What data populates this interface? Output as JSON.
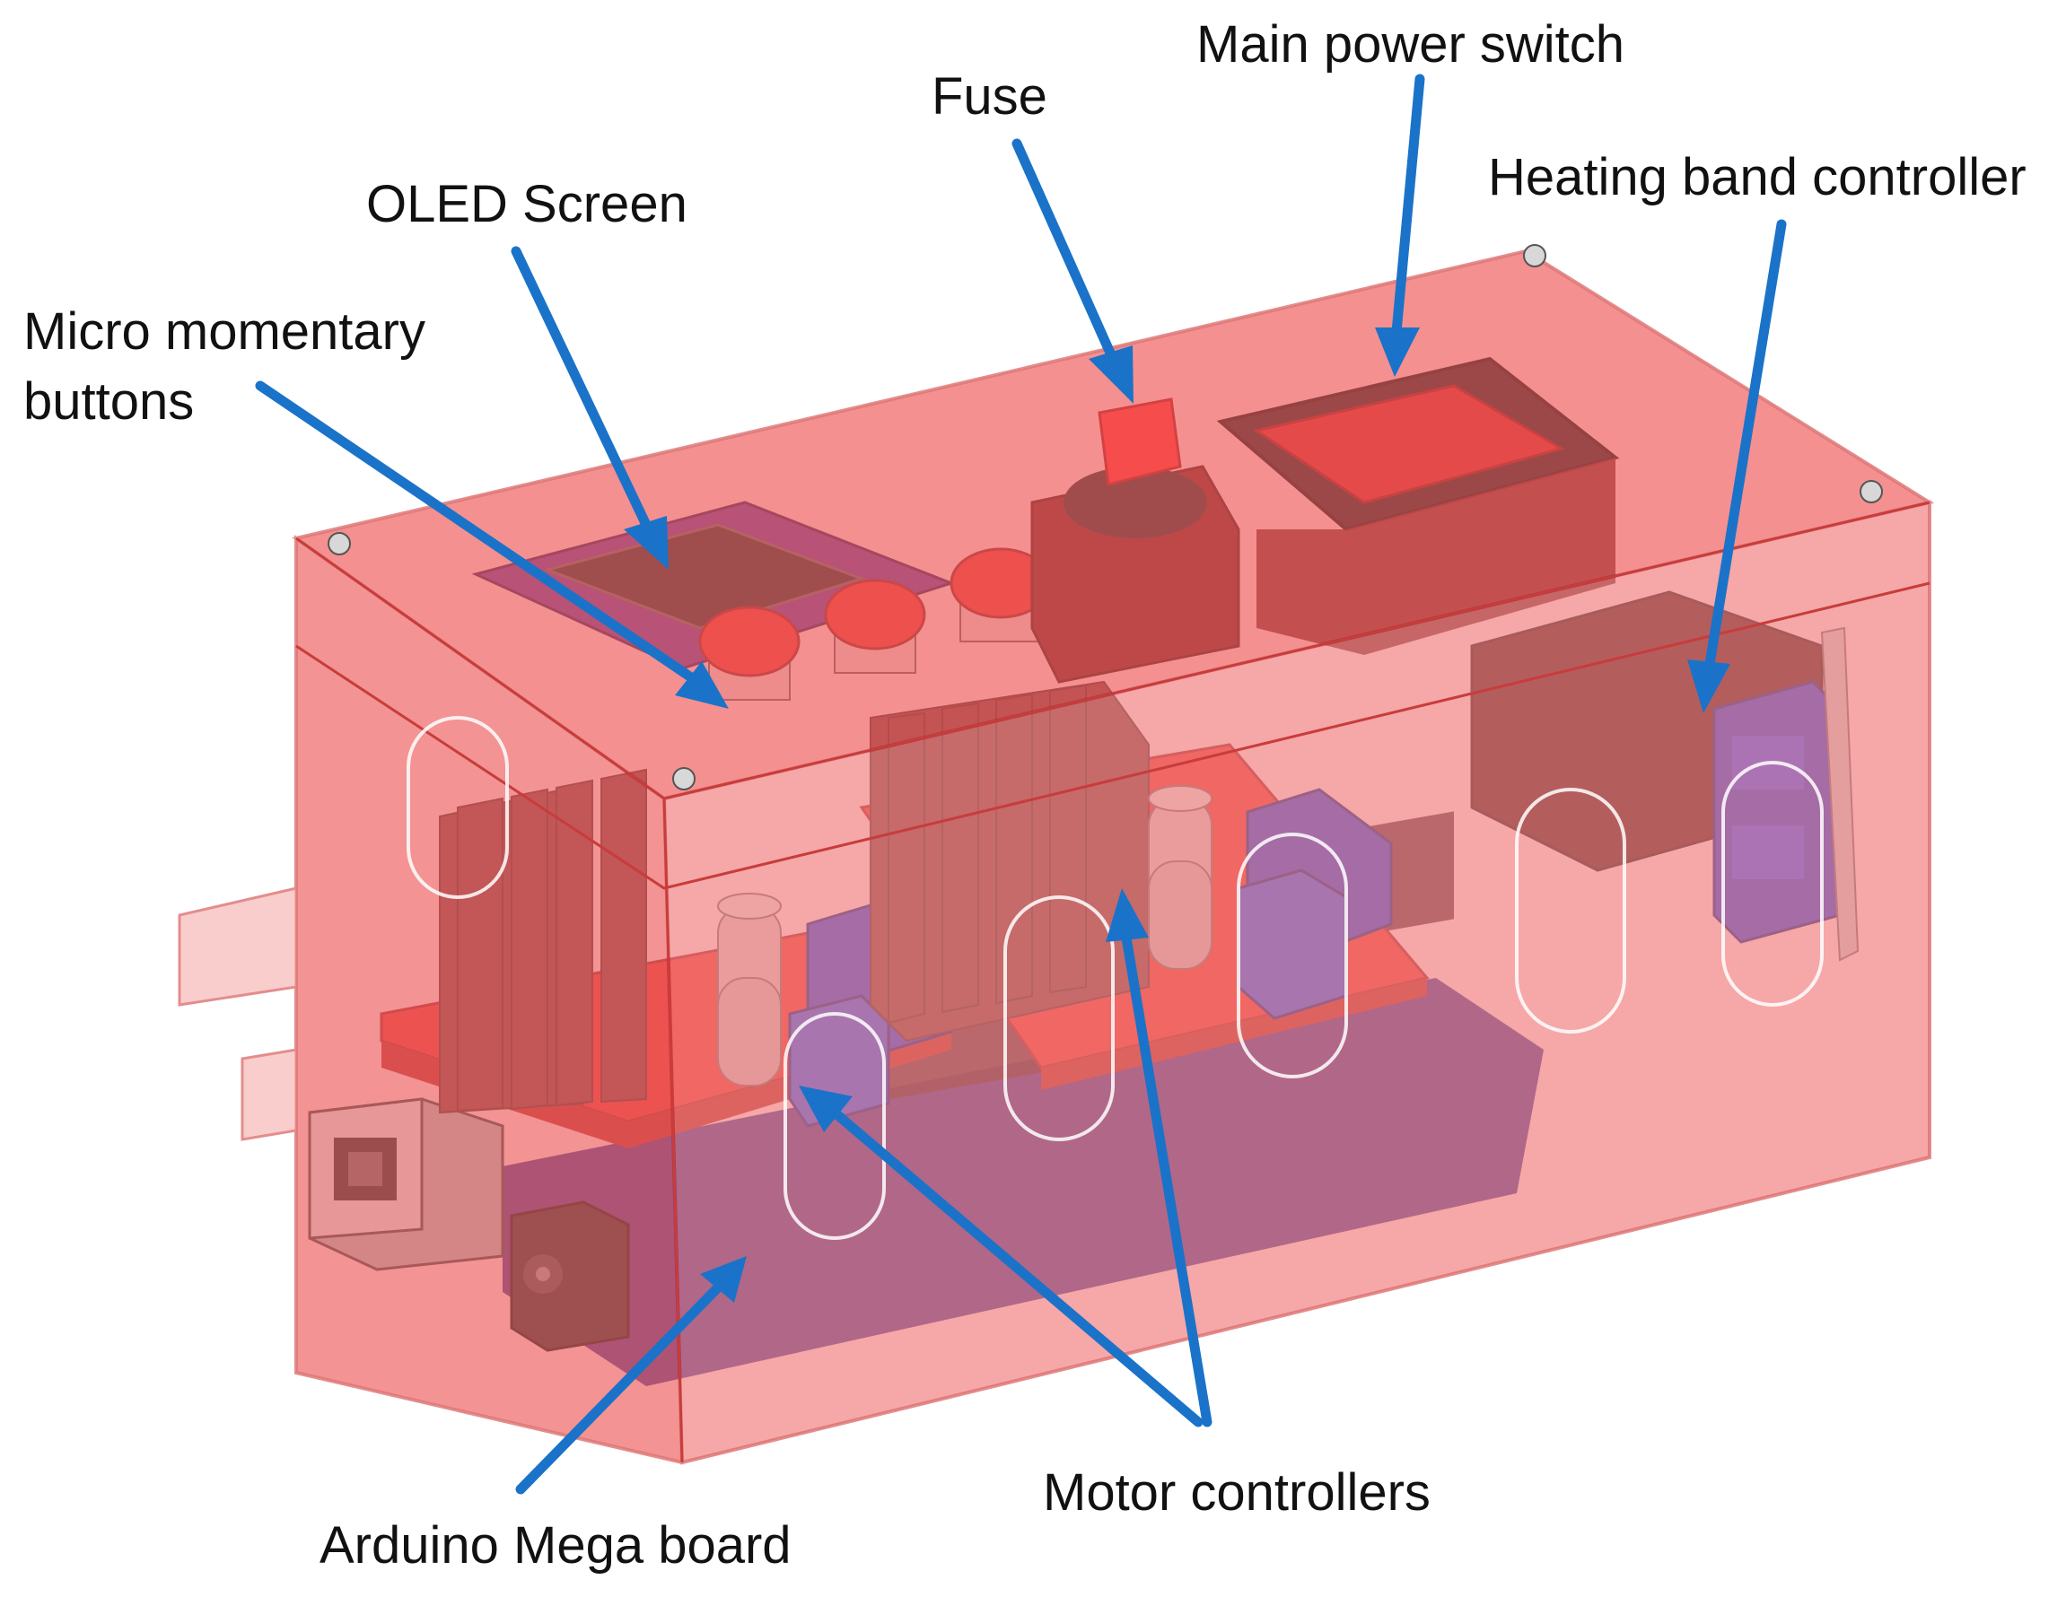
{
  "labels": {
    "main_power_switch": "Main power switch",
    "fuse": "Fuse",
    "heating_band_controller": "Heating band controller",
    "oled_screen": "OLED Screen",
    "micro_momentary_buttons_line1": "Micro momentary",
    "micro_momentary_buttons_line2": "buttons",
    "motor_controllers": "Motor controllers",
    "arduino_mega_board": "Arduino Mega board"
  },
  "colors": {
    "arrow": "#1a73c8",
    "enclosure_fill": "#f26b6b",
    "enclosure_edge": "#d24848",
    "heatsink": "#7a2e2e",
    "pcb_red": "#e8241c",
    "pcb_purple": "#3a1a78",
    "terminal_blue": "#2233cc",
    "label_text": "#111111"
  }
}
